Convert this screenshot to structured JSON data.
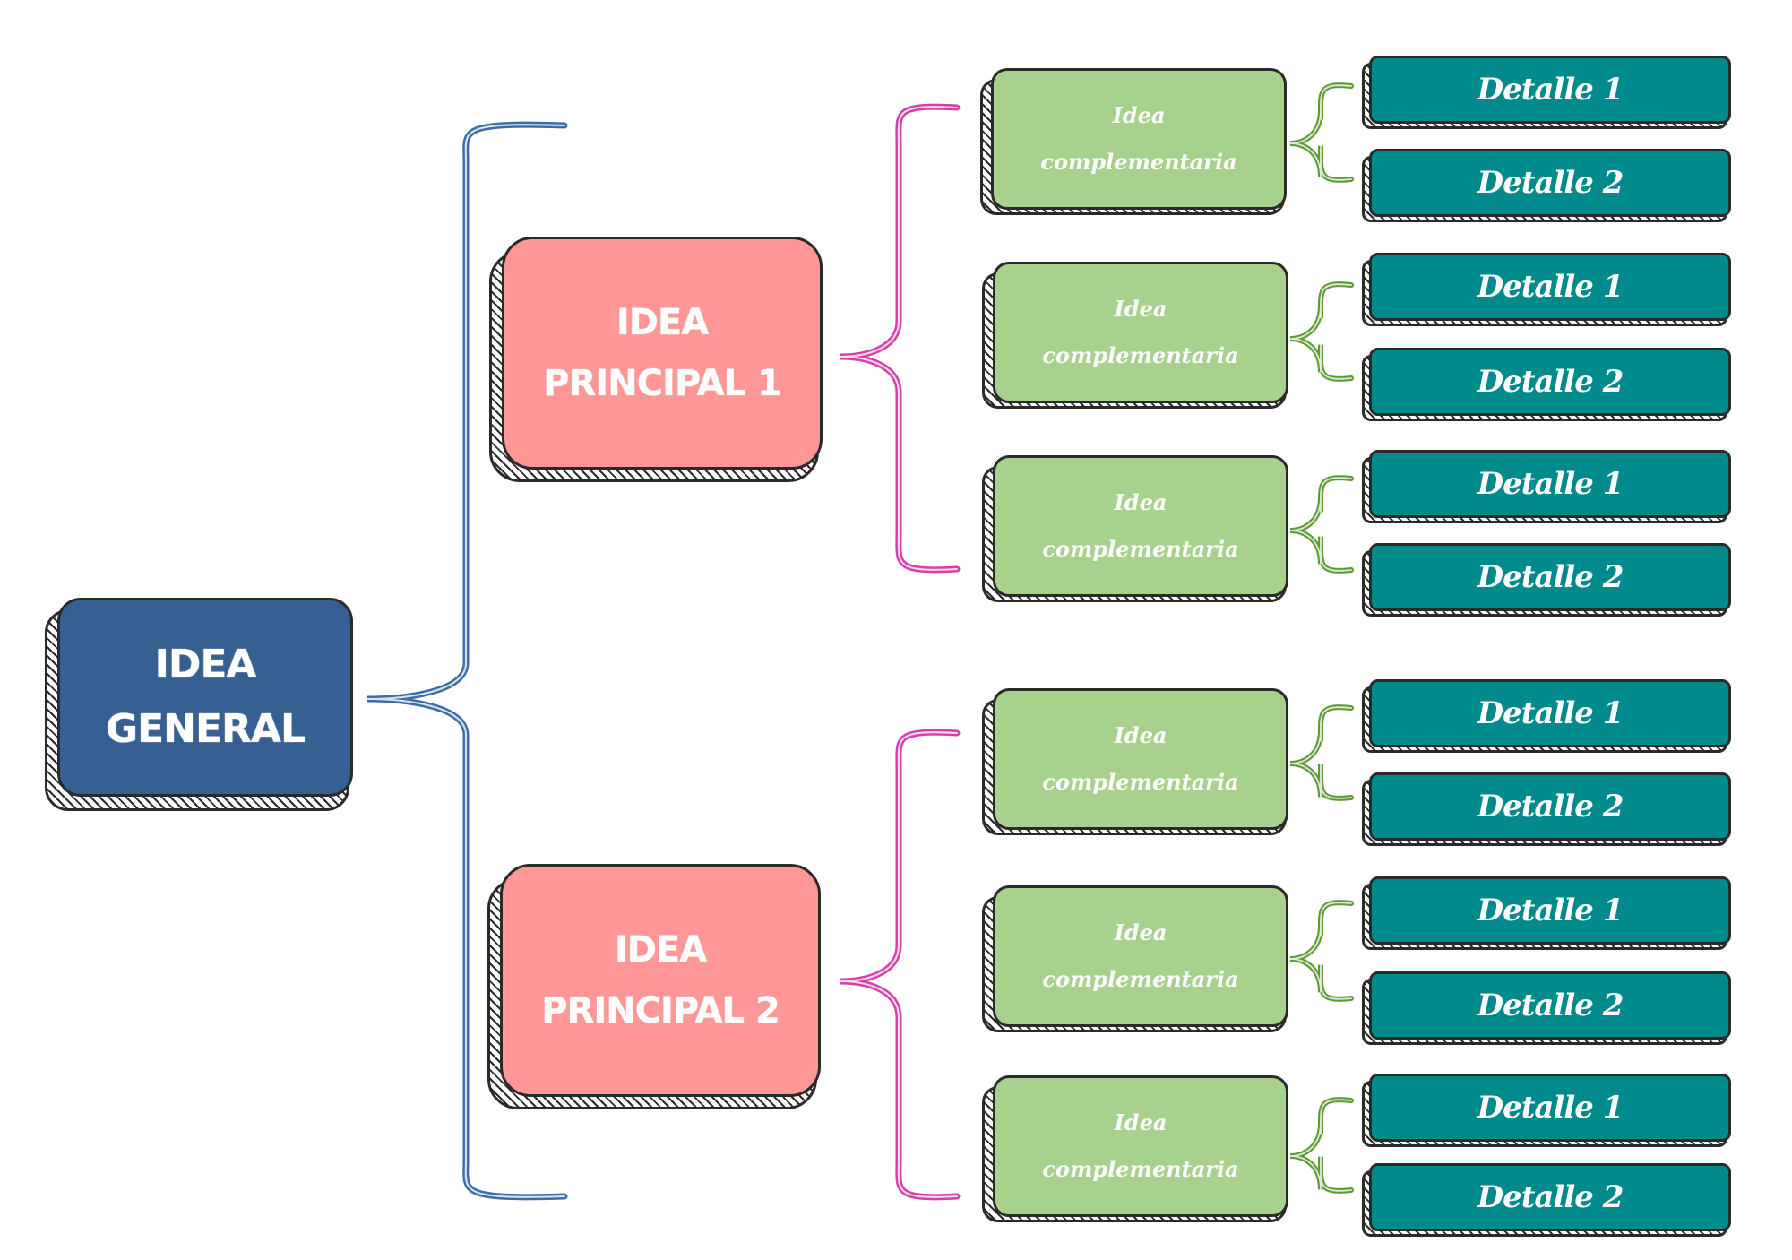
{
  "general": {
    "label": "IDEA\nGENERAL"
  },
  "principals": [
    {
      "label": "IDEA\nPRINCIPAL 1",
      "complementarias": [
        {
          "label": "Idea\ncomplementaria",
          "details": [
            "Detalle 1",
            "Detalle 2"
          ]
        },
        {
          "label": "Idea\ncomplementaria",
          "details": [
            "Detalle 1",
            "Detalle 2"
          ]
        },
        {
          "label": "Idea\ncomplementaria",
          "details": [
            "Detalle 1",
            "Detalle 2"
          ]
        }
      ]
    },
    {
      "label": "IDEA\nPRINCIPAL 2",
      "complementarias": [
        {
          "label": "Idea\ncomplementaria",
          "details": [
            "Detalle 1",
            "Detalle 2"
          ]
        },
        {
          "label": "Idea\ncomplementaria",
          "details": [
            "Detalle 1",
            "Detalle 2"
          ]
        },
        {
          "label": "Idea\ncomplementaria",
          "details": [
            "Detalle 1",
            "Detalle 2"
          ]
        }
      ]
    }
  ],
  "colors": {
    "general": "#376092",
    "principal": "#ff9797",
    "complementaria": "#a9d18e",
    "detalle": "#008a8c",
    "brace_general": "#3a6ea5",
    "brace_principal": "#d63fa6",
    "brace_complementaria": "#5f9a38"
  }
}
